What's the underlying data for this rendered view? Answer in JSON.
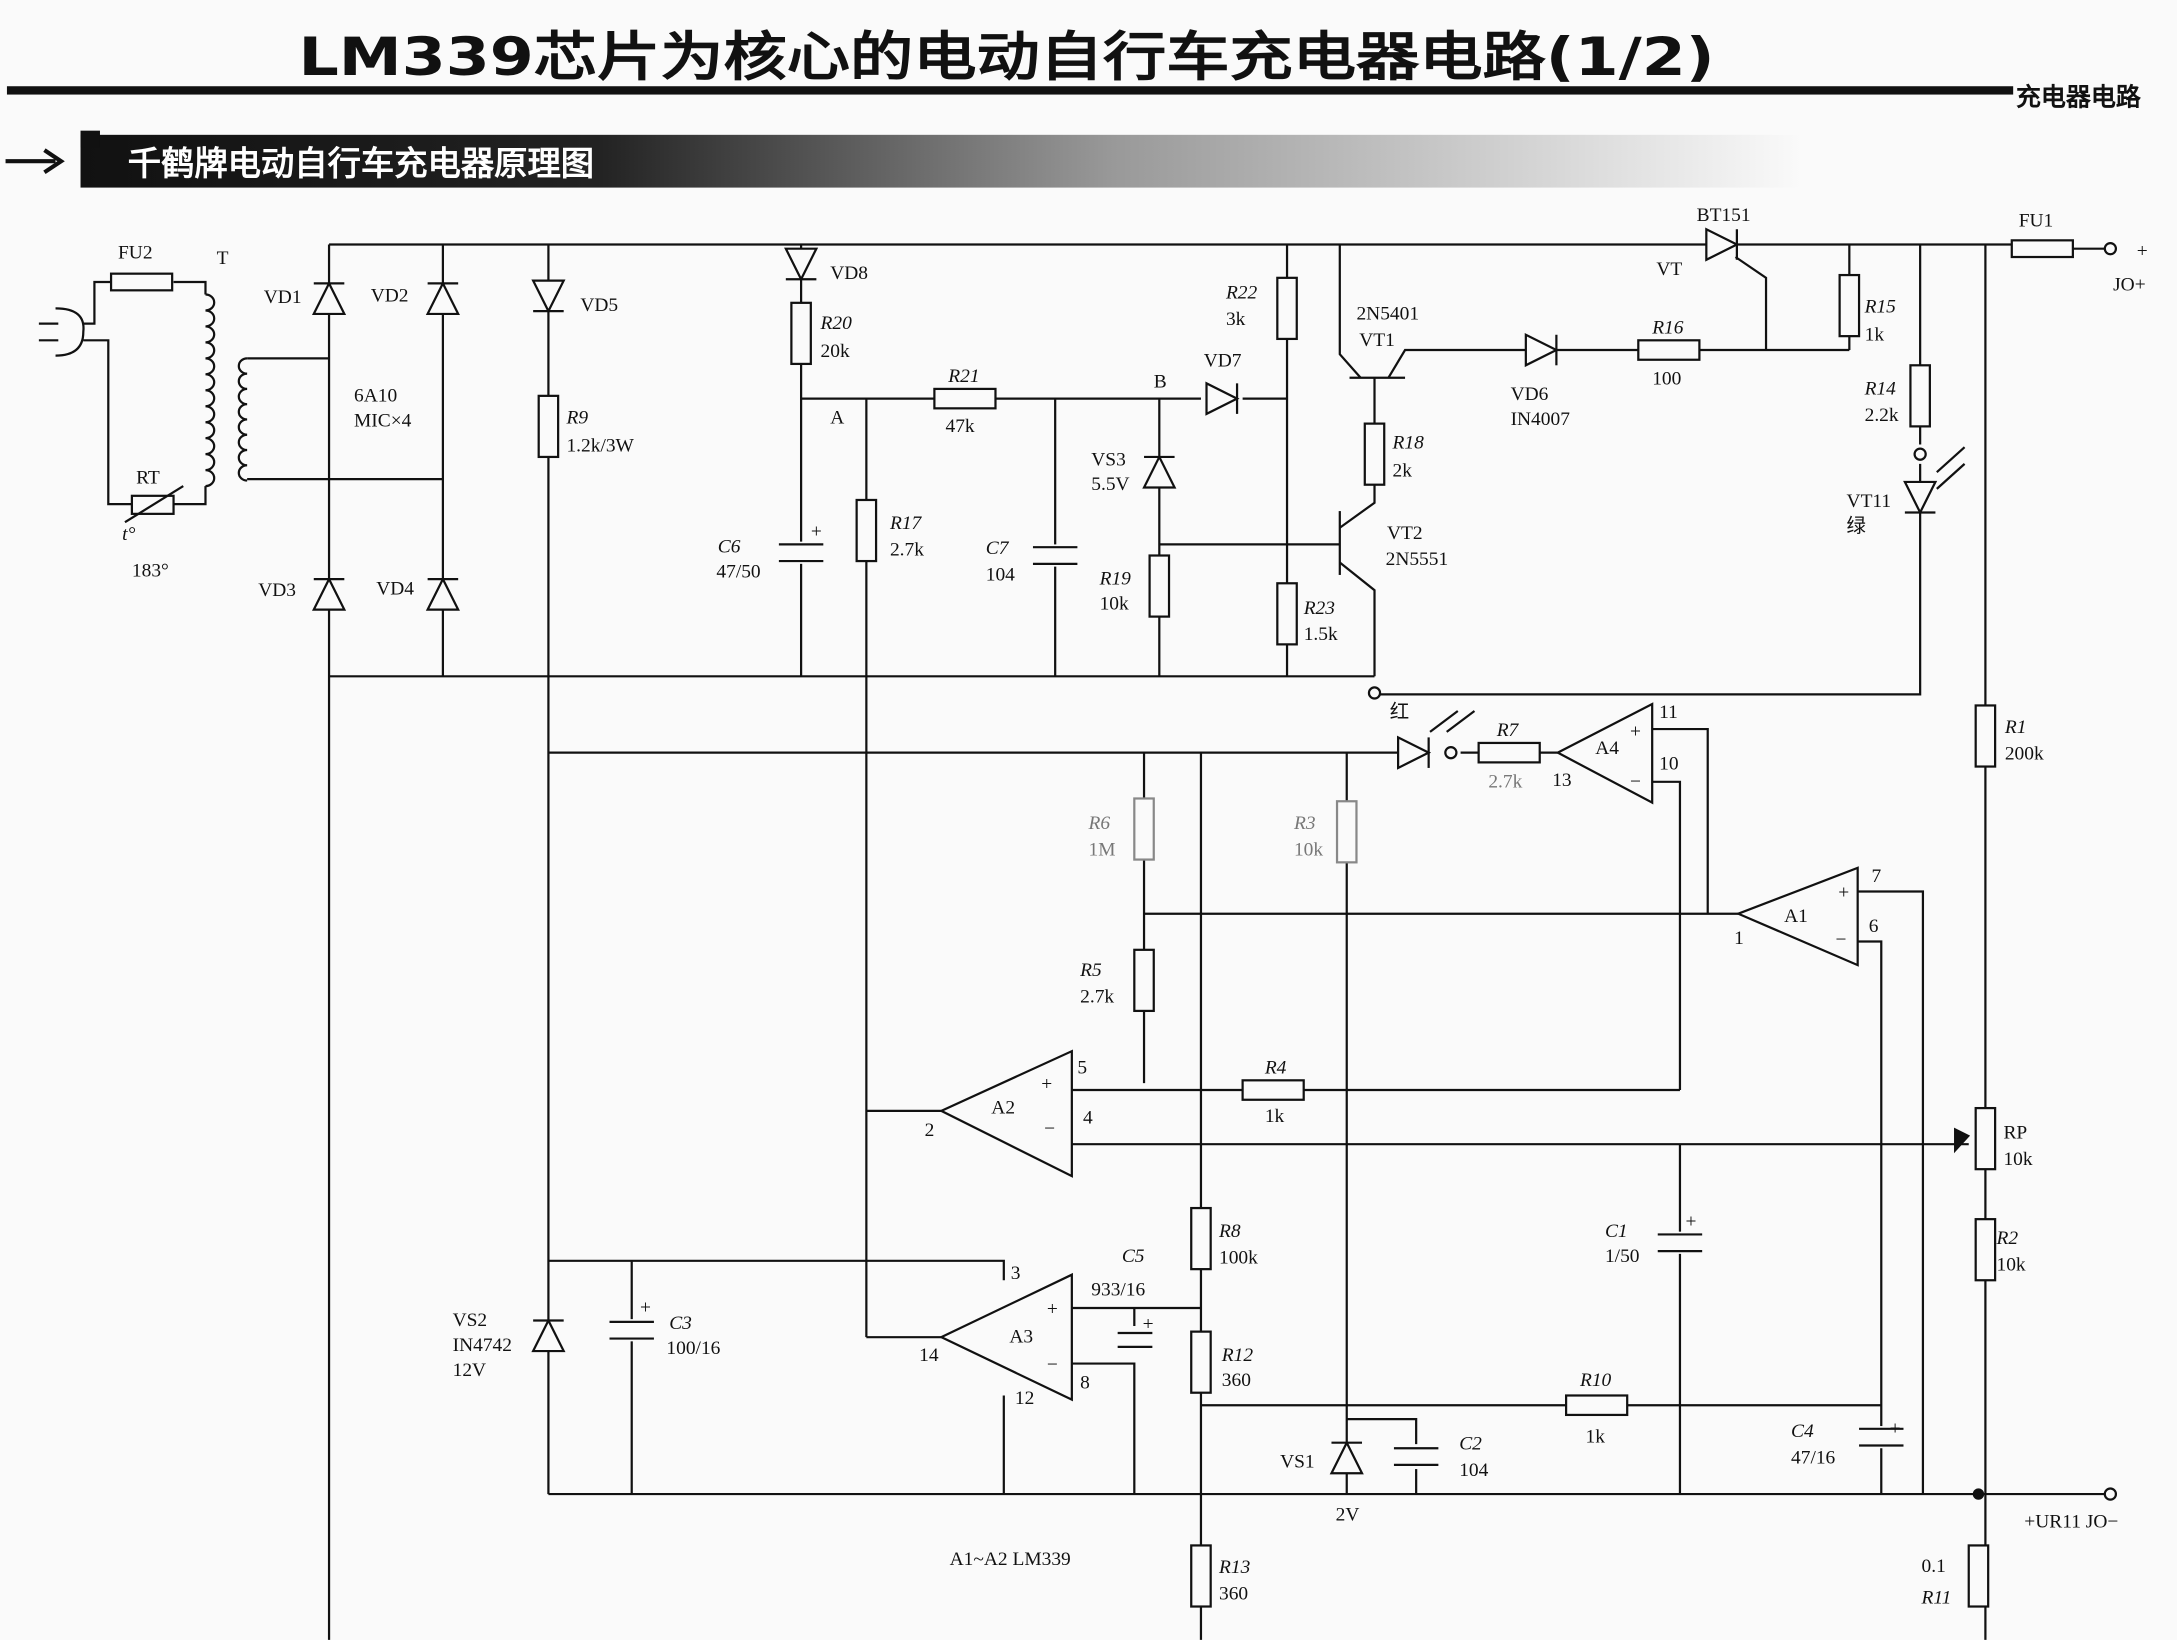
{
  "header": {
    "title": "LM339芯片为核心的电动自行车充电器电路(1/2)",
    "corner_tag": "充电器电路",
    "section_title": "千鹤牌电动自行车充电器原理图",
    "section_arrow_icon": "arrow-right-icon"
  },
  "labels": {
    "FU2": "FU2",
    "T": "T",
    "RT": "RT",
    "RT_t": "t°",
    "RT_temp": "183°",
    "VD1": "VD1",
    "VD2": "VD2",
    "VD3": "VD3",
    "VD4": "VD4",
    "bridge_part": "6A10",
    "bridge_qty": "MIC×4",
    "VD5": "VD5",
    "R9": "R9",
    "R9_val": "1.2k/3W",
    "VD8": "VD8",
    "R20": "R20",
    "R20_val": "20k",
    "C6": "C6",
    "C6_val": "47/50",
    "C6_plus": "+",
    "nodeA": "A",
    "nodeB": "B",
    "R21": "R21",
    "R21_val": "47k",
    "R17": "R17",
    "R17_val": "2.7k",
    "C7": "C7",
    "C7_val": "104",
    "VS3": "VS3",
    "VS3_val": "5.5V",
    "VD7": "VD7",
    "R19": "R19",
    "R19_val": "10k",
    "R22": "R22",
    "R22_val": "3k",
    "R23": "R23",
    "R23_val": "1.5k",
    "VT1_part": "2N5401",
    "VT1": "VT1",
    "R18": "R18",
    "R18_val": "2k",
    "VT2": "VT2",
    "VT2_part": "2N5551",
    "VD6": "VD6",
    "VD6_part": "IN4007",
    "R16": "R16",
    "R16_val": "100",
    "BT151": "BT151",
    "VT": "VT",
    "R15": "R15",
    "R15_val": "1k",
    "R14": "R14",
    "R14_val": "2.2k",
    "VT11": "VT11",
    "VT11_color": "绿",
    "FU1": "FU1",
    "out_plus": "+",
    "JO_plus": "JO+",
    "R1": "R1",
    "R1_val": "200k",
    "red_led": "红",
    "R7": "R7",
    "R7_val": "2.7k",
    "A4": "A4",
    "A4_p13": "13",
    "A4_p11": "11",
    "A4_p10": "10",
    "R6": "R6",
    "R6_val": "1M",
    "R3": "R3",
    "R3_val": "10k",
    "A1": "A1",
    "A1_p7": "7",
    "A1_p6": "6",
    "A1_p1": "1",
    "R5": "R5",
    "R5_val": "2.7k",
    "A2": "A2",
    "A2_p5": "5",
    "A2_p4": "4",
    "A2_p2": "2",
    "R4": "R4",
    "R4_val": "1k",
    "RP": "RP",
    "RP_val": "10k",
    "R2": "R2",
    "R2_val": "10k",
    "R8": "R8",
    "R8_val": "100k",
    "C1": "C1",
    "C1_val": "1/50",
    "C1_plus": "+",
    "C5": "C5",
    "C5_val": "933/16",
    "C5_plus": "+",
    "A3": "A3",
    "A3_p3": "3",
    "A3_p14": "14",
    "A3_p12": "12",
    "A3_p8": "8",
    "VS2": "VS2",
    "VS2_part": "IN4742",
    "VS2_val": "12V",
    "C3": "C3",
    "C3_val": "100/16",
    "C3_plus": "+",
    "R12": "R12",
    "R12_val": "360",
    "R10": "R10",
    "R10_val": "1k",
    "C4": "C4",
    "C4_val": "47/16",
    "C4_plus": "+",
    "VS1": "VS1",
    "VS1_val": "2V",
    "C2": "C2",
    "C2_val": "104",
    "out_minus": "+UR11  JO−",
    "R11_val": "0.1",
    "R11": "R11",
    "R13": "R13",
    "R13_val": "360",
    "ic_note": "A1~A2 LM339",
    "opamp_plus": "+",
    "opamp_minus": "−"
  }
}
